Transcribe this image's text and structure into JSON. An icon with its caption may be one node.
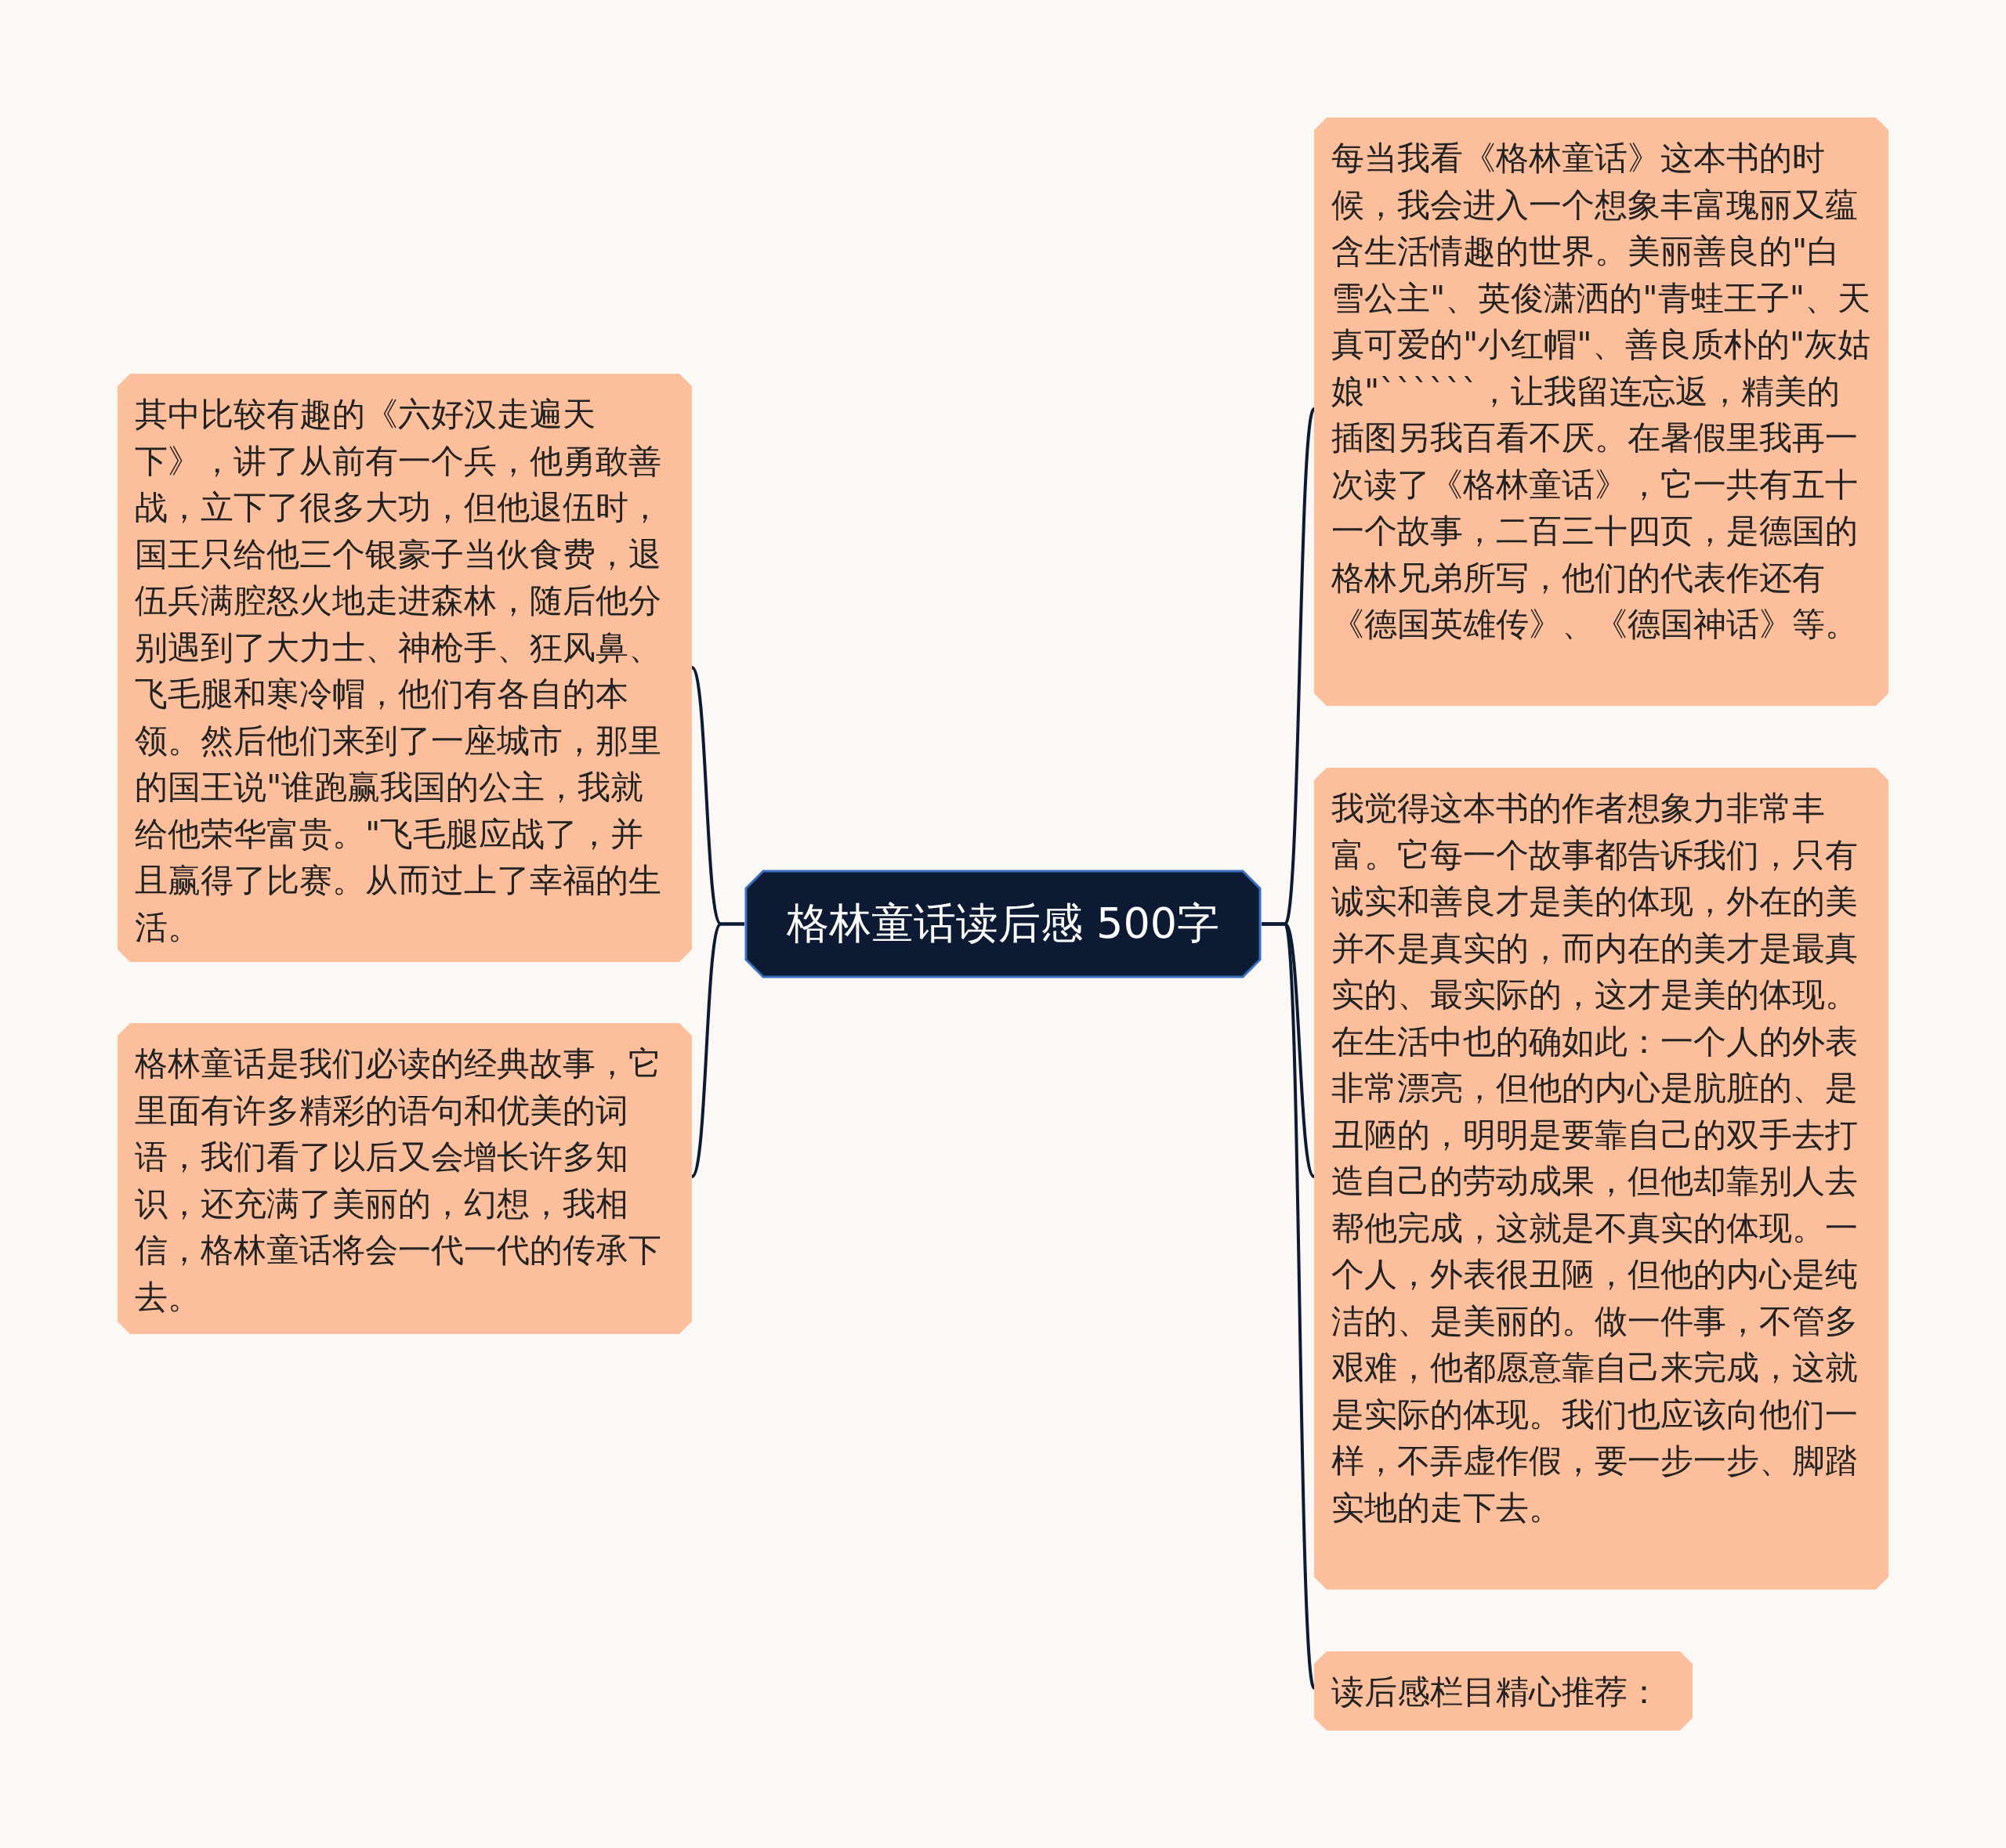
{
  "diagram": {
    "nodes": [
      {
        "text": [
          "格林童话读后感 500字"
        ]
      },
      {
        "text": [
          "其中比较有趣的《六好汉走遍天下》，讲了从前有一个兵，他勇敢善战，立下了很多大功，但他退伍时，国王只给他三个银豪子当伙食费，退伍兵满腔怒火地走进森林，随后他分别遇到了大力士、神枪手、狂风鼻、飞毛腿和寒冷帽，他们有各自的本领。然后他们来到了一座城市，那里的国王说\"谁跑赢我国的公主，我就给他荣华富贵。\"飞毛腿应战了，并且赢得了比赛。从而过上了幸福的生活。"
        ]
      },
      {
        "text": [
          "格林童话是我们必读的经典故事，它里面有许多精彩的语句和优美的词语，我们看了以后又会增长许多知识，还充满了美丽的，幻想，我相信，格林童话将会一代一代的传承下去。"
        ]
      },
      {
        "text": [
          "每当我看《格林童话》这本书的时候，我会进入一个想象丰富瑰丽又蕴含生活情趣的世界。美丽善良的\"白雪公主\"、英俊潇洒的\"青蛙王子\"、天真可爱的\"小红帽\"、善良质朴的\"灰姑娘\"``````，让我留连忘返，精美的插图另我百看不厌。在暑假里我再一次读了《格林童话》，它一共有五十一个故事，二百三十四页，是德国的格林兄弟所写，他们的代表作还有《德国英雄传》、《德国神话》等。"
        ]
      },
      {
        "text": [
          "我觉得这本书的作者想象力非常丰富。它每一个故事都告诉我们，只有诚实和善良才是美的体现，外在的美并不是真实的，而内在的美才是最真实的、最实际的，这才是美的体现。在生活中也的确如此：一个人的外表非常漂亮，但他的内心是肮脏的、是丑陋的，明明是要靠自己的双手去打造自己的劳动成果，但他却靠别人去帮他完成，这就是不真实的体现。一个人，外表很丑陋，但他的内心是纯洁的、是美丽的。做一件事，不管多艰难，他都愿意靠自己来完成，这就是实际的体现。我们也应该向他们一样，不弄虚作假，要一步一步、脚踏实地的走下去。"
        ]
      },
      {
        "text": [
          "读后感栏目精心推荐："
        ]
      }
    ],
    "edges": [
      {
        "from": 0,
        "to": 1,
        "arrow": "none"
      },
      {
        "from": 0,
        "to": 2,
        "arrow": "none"
      },
      {
        "from": 0,
        "to": 3,
        "arrow": "none"
      },
      {
        "from": 0,
        "to": 4,
        "arrow": "none"
      },
      {
        "from": 0,
        "to": 5,
        "arrow": "none"
      }
    ]
  }
}
